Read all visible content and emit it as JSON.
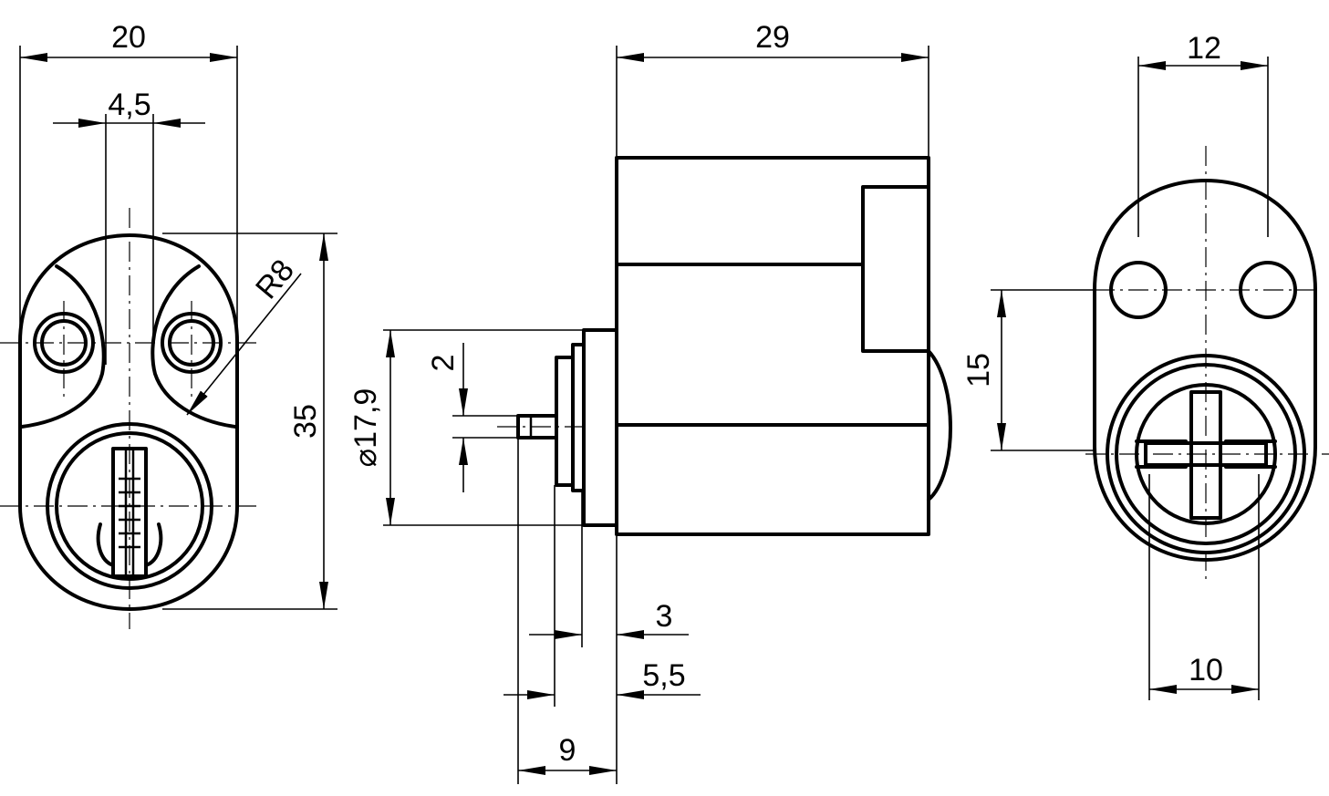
{
  "drawing": {
    "dimensions": {
      "front_width": "20",
      "front_pin_spacing": "4,5",
      "front_radius": "R8",
      "front_height": "35",
      "side_length": "29",
      "side_diameter": "⌀17,9",
      "side_shaft": "2",
      "side_flange": "3",
      "side_offset": "5,5",
      "side_spindle": "9",
      "right_top_width": "12",
      "right_height": "15",
      "right_bottom_width": "10"
    }
  }
}
